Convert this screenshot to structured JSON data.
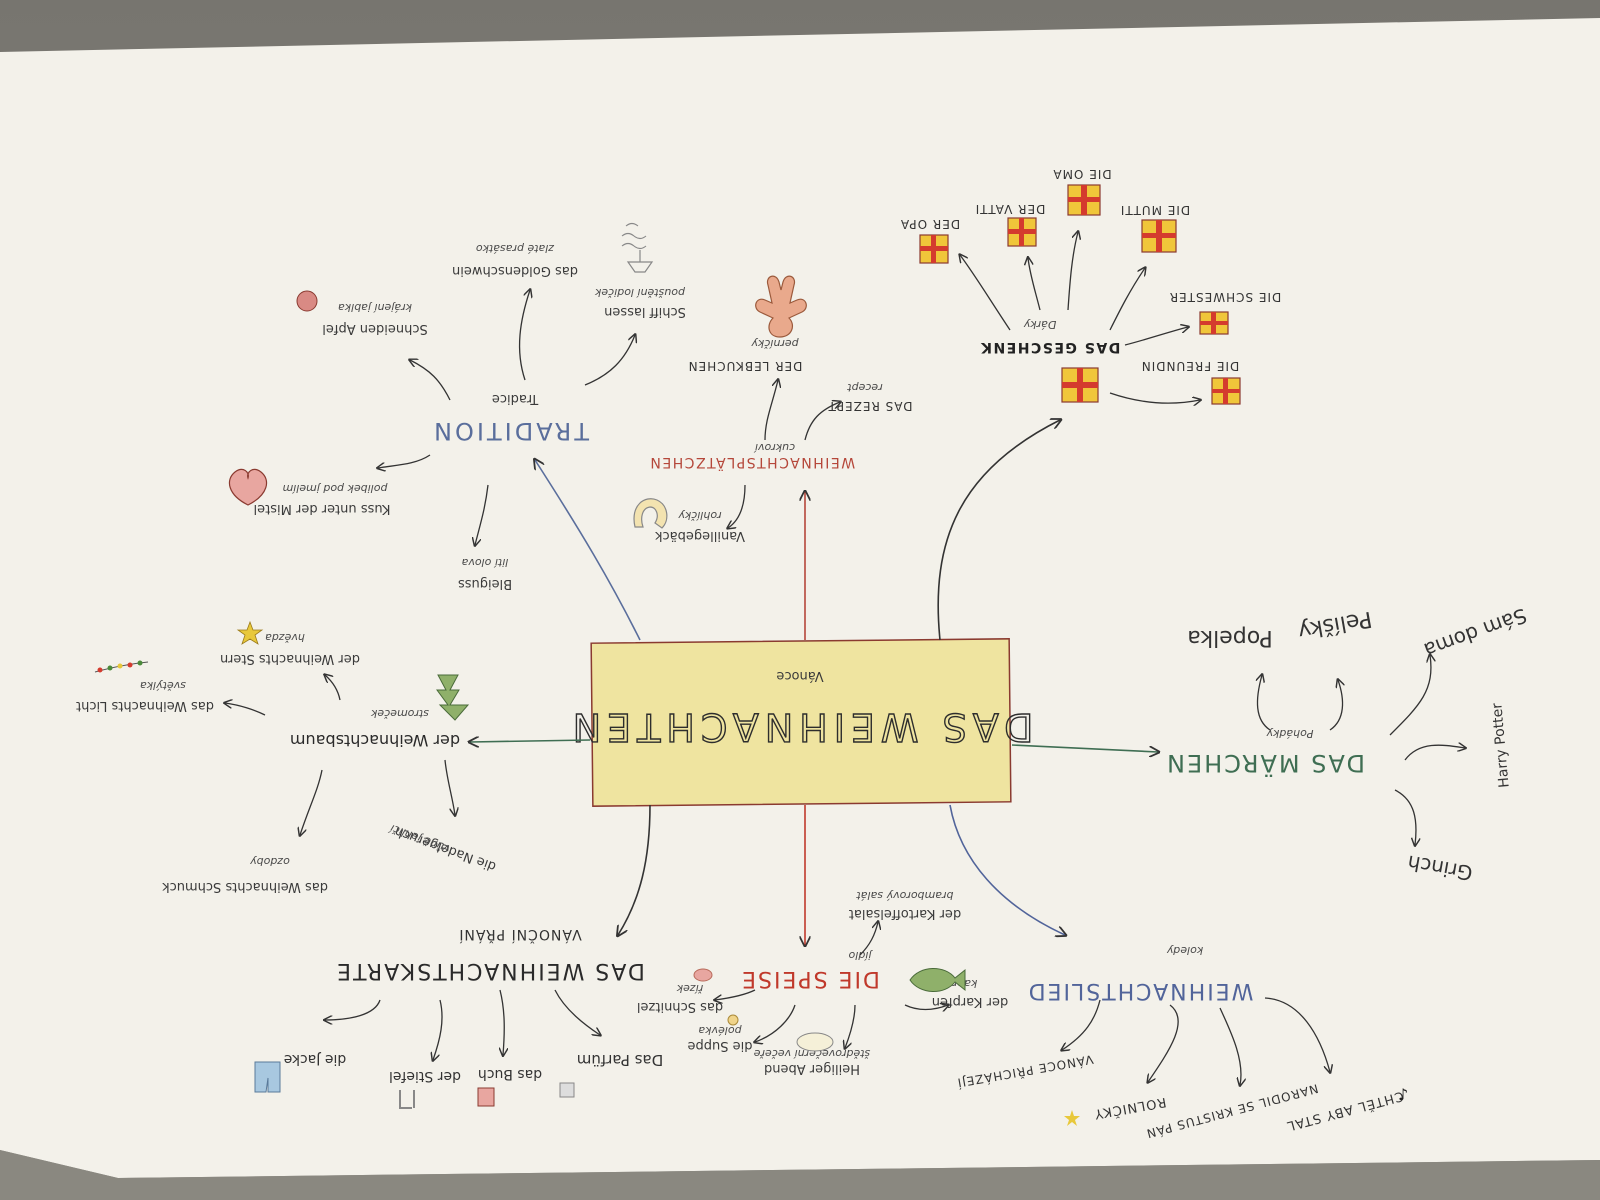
{
  "center": {
    "title": "DAS WEIHNACHTEN",
    "subtitle": "Vánoce"
  },
  "tradition": {
    "title": "TRADITION",
    "subtitle": "Tradice",
    "items": {
      "apple": {
        "de": "Schneiden Apfel",
        "cz": "krájení jablka"
      },
      "golden_pig": {
        "de": "das Goldenschwein",
        "cz": "zlaté prasátko"
      },
      "boats": {
        "de": "Schiff lassen",
        "cz": "pouštění lodiček"
      },
      "kiss": {
        "de": "Kuss unter der Mistel",
        "cz": "polibek pod jmelím"
      },
      "lead": {
        "de": "Bleiguss",
        "cz": "lití olova"
      }
    }
  },
  "cookies": {
    "title": "WEIHNACHTSPLÄTZCHEN",
    "subtitle": "cukroví",
    "items": {
      "gingerbread": {
        "de": "DER LEBKUCHEN",
        "cz": "perníčky"
      },
      "recipe": {
        "de": "DAS REZEPT",
        "cz": "recept"
      },
      "vanilla": {
        "de": "Vanillegebäck",
        "cz": "rohlíčky"
      }
    }
  },
  "gift": {
    "title": "DAS GESCHENK",
    "subtitle": "Dárky",
    "items": {
      "grandpa": "DER OPA",
      "father": "DER VATTI",
      "grandma": "DIE OMA",
      "mother": "DIE MUTTI",
      "sister": "DIE SCHWESTER",
      "girlfriend": "DIE FREUNDIN"
    }
  },
  "tree": {
    "title": "der Weihnachtsbaum",
    "subtitle": "stromeček",
    "items": {
      "star": {
        "de": "der Weihnachts Stern",
        "cz": "hvězda"
      },
      "lights": {
        "de": "das Weihnachts Licht",
        "cz": "světýlka"
      },
      "needles": {
        "de": "die Nadelgeruch",
        "cz": "vůně jehličí"
      },
      "decoration": {
        "de": "das Weihnachts Schmuck",
        "cz": "ozdoby"
      }
    }
  },
  "fairytale": {
    "title": "DAS MÄRCHEN",
    "subtitle": "Pohádky",
    "items": {
      "princess": "Pelíšky",
      "potato": "Popelka",
      "home_alone": "Sám doma",
      "harry_potter": "Harry Potter",
      "grinch": "Grinch"
    }
  },
  "card": {
    "title": "DAS WEIHNACHTSKARTE",
    "subtitle": "VÁNOČNÍ PŘÁNÍ",
    "items": {
      "perfume": "Das Parfüm",
      "book": "das Buch",
      "boots": "der Stiefel",
      "jacket": "die Jacke"
    }
  },
  "food": {
    "title": "DIE SPEISE",
    "subtitle": "jídlo",
    "items": {
      "potato_salad": {
        "de": "der Kartoffelsalat",
        "cz": "bramborový salát"
      },
      "carp": {
        "de": "der Karpfen",
        "cz": "kapr"
      },
      "dinner": {
        "de": "Heiliger Abend",
        "cz": "štědrovečerní večeře"
      },
      "soup": {
        "de": "die Suppe",
        "cz": "polévka"
      },
      "schnitzel": {
        "de": "das Schnitzel",
        "cz": "řízek"
      }
    }
  },
  "song": {
    "title": "WEIHNACHTSLIED",
    "subtitle": "koledy",
    "items": {
      "song1": "VÁNOCE PŘICHÁZEJÍ",
      "song2": "ROLNIČKY",
      "song3": "NARODIL SE KRISTUS PÁN",
      "song4": "CHTĚL ABY STAL"
    }
  },
  "colors": {
    "paper": "#f3f1ea",
    "center_box": "#efe4a0",
    "tradition_blue": "#5a6e9c",
    "cookies_red": "#b5473a",
    "fairytale_green": "#3f6e53",
    "song_blue": "#51649a",
    "food_red": "#c0392b",
    "gift_yellow": "#f0c63a"
  }
}
